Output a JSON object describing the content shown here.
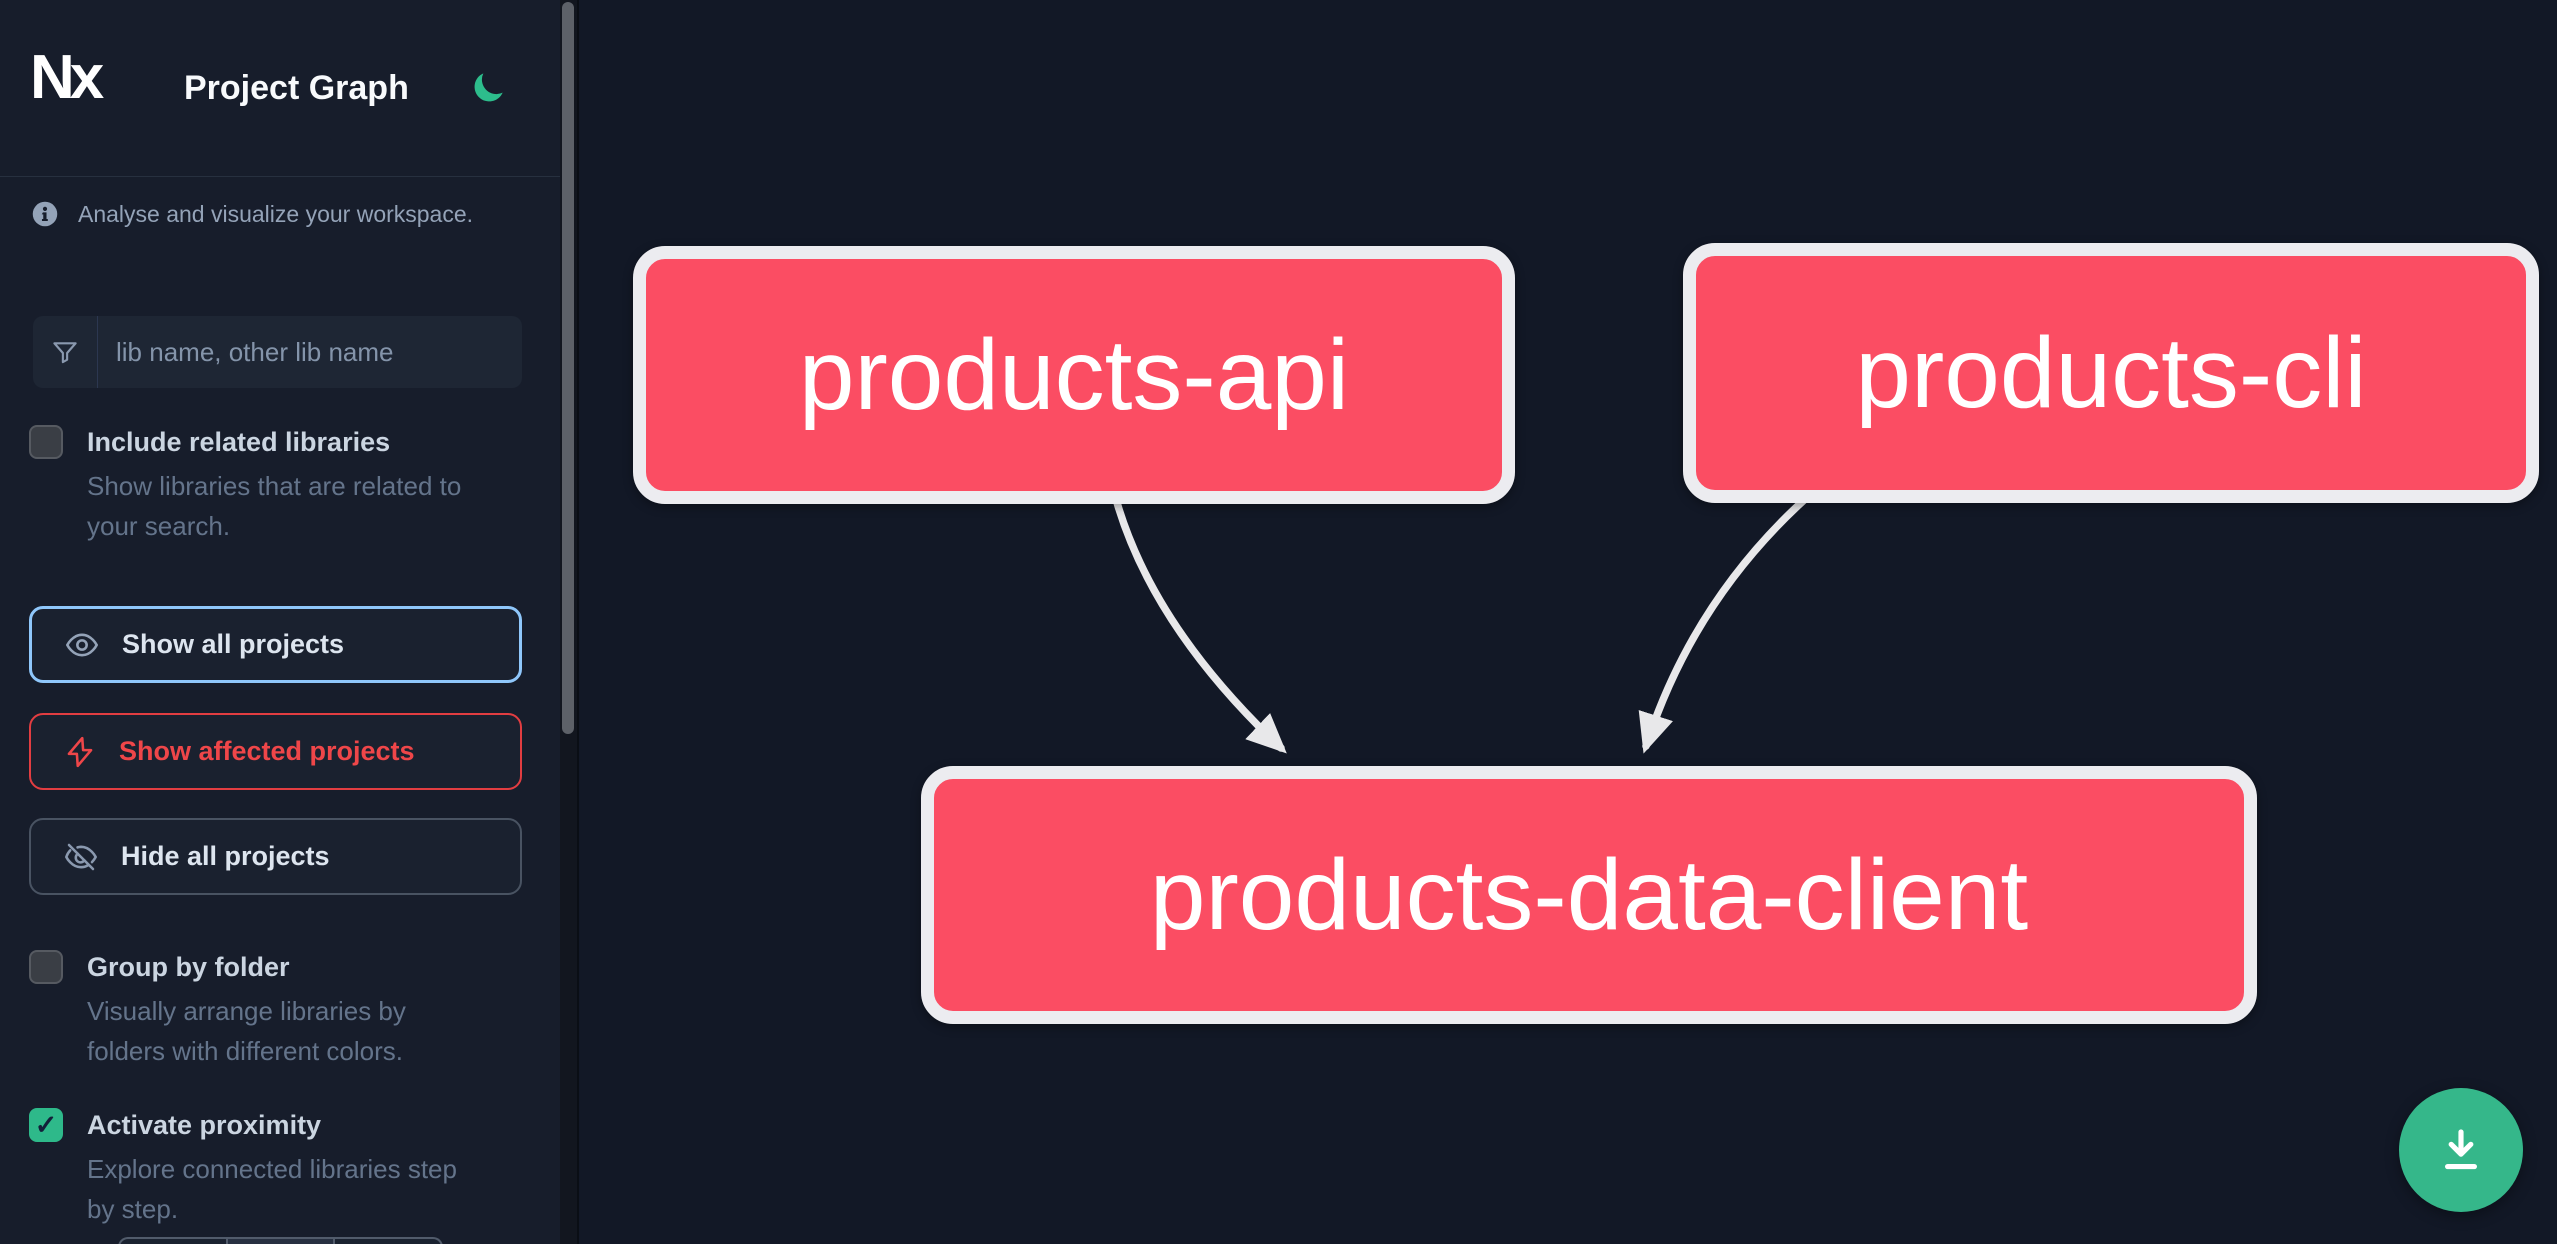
{
  "header": {
    "logo_text": "Nx",
    "title": "Project Graph"
  },
  "sidebar": {
    "tagline": "Analyse and visualize your workspace.",
    "search_placeholder": "lib name, other lib name",
    "include_related": {
      "label": "Include related libraries",
      "description": "Show libraries that are related to\nyour search.",
      "checked": false
    },
    "actions": {
      "show_all": "Show all projects",
      "show_affected": "Show affected projects",
      "hide_all": "Hide all projects"
    },
    "group_by_folder": {
      "label": "Group by folder",
      "description": "Visually arrange libraries by\nfolders with different colors.",
      "checked": false
    },
    "activate_proximity": {
      "label": "Activate proximity",
      "description": "Explore connected libraries step\nby step.",
      "checked": true,
      "check_glyph": "✓"
    }
  },
  "graph": {
    "nodes": [
      {
        "id": "products-api",
        "label": "products-api",
        "status": "affected"
      },
      {
        "id": "products-cli",
        "label": "products-cli",
        "status": "affected"
      },
      {
        "id": "products-data-client",
        "label": "products-data-client",
        "status": "affected"
      }
    ],
    "edges": [
      {
        "from": "products-api",
        "to": "products-data-client"
      },
      {
        "from": "products-cli",
        "to": "products-data-client"
      }
    ]
  },
  "colors": {
    "canvas_bg": "#121826",
    "sidebar_bg": "#171d2b",
    "node_fill": "#fb4d63",
    "node_border": "#ececf0",
    "edge": "#e8e8ea",
    "accent_green": "#2dbd8c",
    "download_green": "#35b78a",
    "focus_blue": "#8fc7fb",
    "affected_red": "#ef4649"
  }
}
